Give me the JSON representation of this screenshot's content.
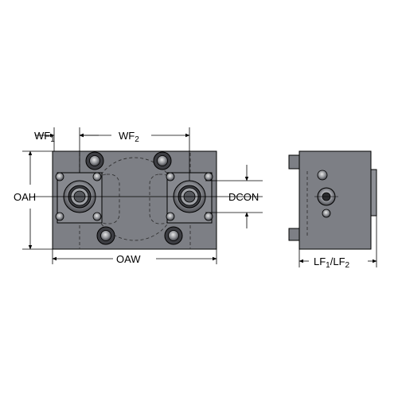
{
  "labels": {
    "wf1": "WF",
    "wf1_sub": "1",
    "wf2": "WF",
    "wf2_sub": "2",
    "oah": "OAH",
    "dcon": "DCON",
    "oaw": "OAW",
    "lf_a": "LF",
    "lf_a_sub": "1",
    "lf_sep": "/",
    "lf_b": "LF",
    "lf_b_sub": "2"
  },
  "colors": {
    "body": "#7d7f85",
    "body_dark": "#5e6066",
    "bore_dark": "#2b2c2f",
    "line": "#000000"
  }
}
